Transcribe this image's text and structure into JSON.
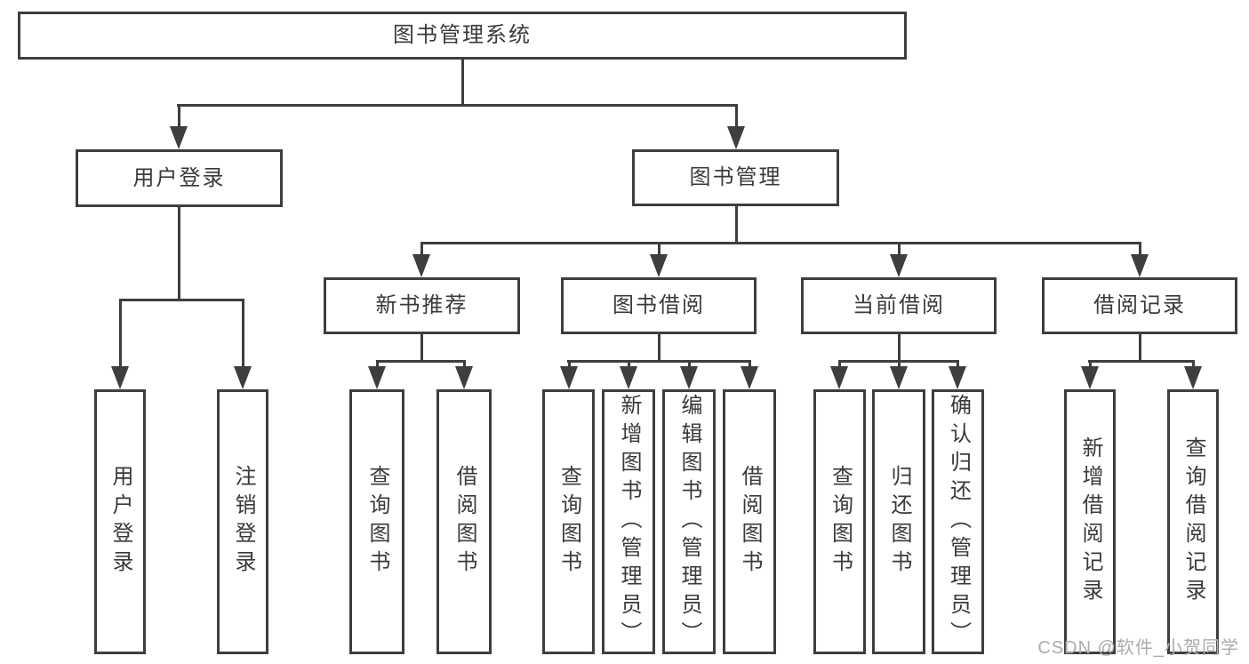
{
  "diagram": {
    "title": "图书管理系统",
    "colors": {
      "line": "#3e3e3e",
      "text": "#3a3a3a",
      "watermark": "#acacac",
      "background": "#ffffff"
    },
    "nodes": {
      "root": {
        "label": "图书管理系统"
      },
      "userLogin": {
        "label": "用户登录"
      },
      "bookMgmt": {
        "label": "图书管理"
      },
      "newBookRec": {
        "label": "新书推荐"
      },
      "bookBorrow": {
        "label": "图书借阅"
      },
      "currentBorrow": {
        "label": "当前借阅"
      },
      "borrowRecord": {
        "label": "借阅记录"
      },
      "leafUserLogin": {
        "label": "用户登录"
      },
      "leafLogout": {
        "label": "注销登录"
      },
      "leafQueryBook1": {
        "label": "查询图书"
      },
      "leafBorrowBook1": {
        "label": "借阅图书"
      },
      "leafQueryBook2": {
        "label": "查询图书"
      },
      "leafAddBook": {
        "label": "新增图书（管理员）"
      },
      "leafEditBook": {
        "label": "编辑图书（管理员）"
      },
      "leafBorrowBook2": {
        "label": "借阅图书"
      },
      "leafQueryBook3": {
        "label": "查询图书"
      },
      "leafReturnBook": {
        "label": "归还图书"
      },
      "leafConfirmReturn": {
        "label": "确认归还（管理员）"
      },
      "leafAddRecord": {
        "label": "新增借阅记录"
      },
      "leafQueryRecord": {
        "label": "查询借阅记录"
      }
    },
    "structure": {
      "图书管理系统": [
        "用户登录",
        "图书管理"
      ],
      "用户登录": [
        "用户登录",
        "注销登录"
      ],
      "图书管理": [
        "新书推荐",
        "图书借阅",
        "当前借阅",
        "借阅记录"
      ],
      "新书推荐": [
        "查询图书",
        "借阅图书"
      ],
      "图书借阅": [
        "查询图书",
        "新增图书（管理员）",
        "编辑图书（管理员）",
        "借阅图书"
      ],
      "当前借阅": [
        "查询图书",
        "归还图书",
        "确认归还（管理员）"
      ],
      "借阅记录": [
        "新增借阅记录",
        "查询借阅记录"
      ]
    },
    "watermark": {
      "text": "CSDN @软件_小贺同学"
    }
  }
}
